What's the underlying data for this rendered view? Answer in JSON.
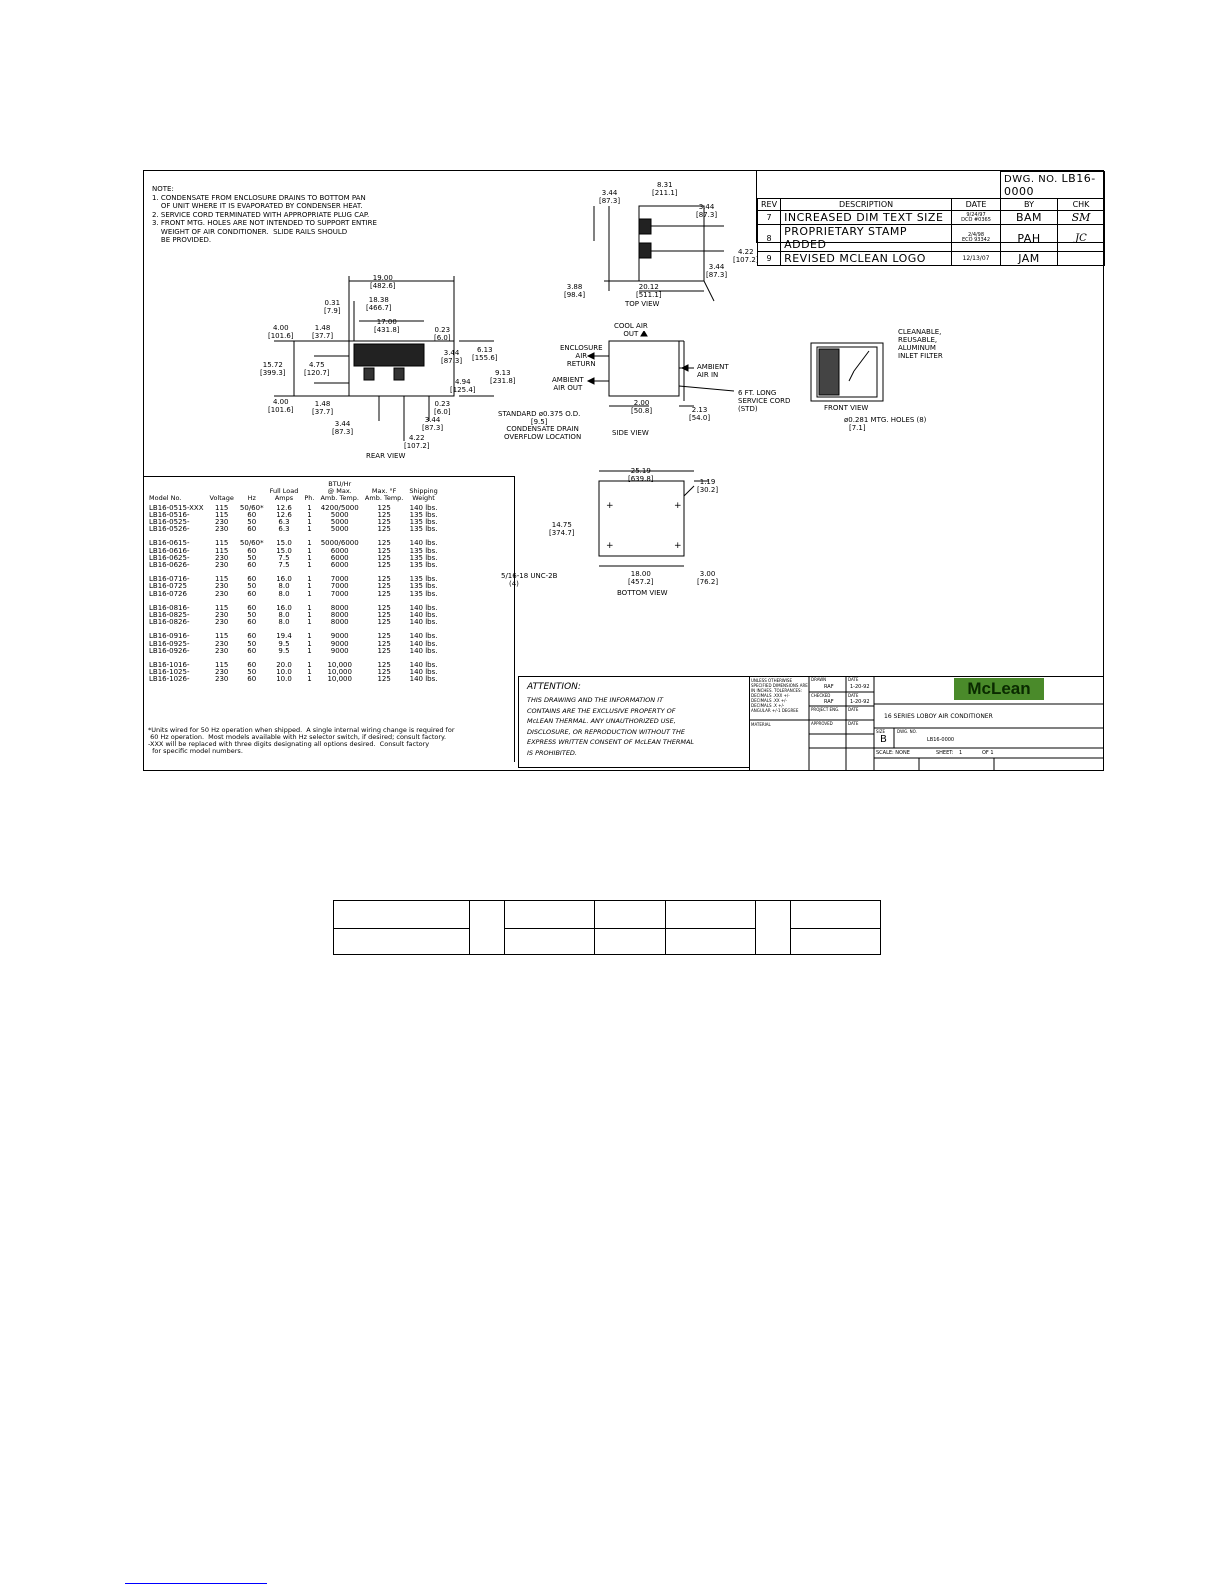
{
  "drawing": {
    "dwg_no_label": "DWG. NO.",
    "dwg_no": "LB16-0000",
    "revision_table": {
      "headers": [
        "REV",
        "DESCRIPTION",
        "DATE",
        "BY",
        "CHK"
      ],
      "rows": [
        {
          "rev": "7",
          "description": "INCREASED DIM TEXT SIZE",
          "date": "9/24/97",
          "date_sub": "DCO #0365",
          "by": "BAM",
          "chk": "SM"
        },
        {
          "rev": "8",
          "description": "PROPRIETARY STAMP ADDED",
          "date": "2/4/98",
          "date_sub": "ECO 93342",
          "by": "PAH",
          "chk": "JC"
        },
        {
          "rev": "9",
          "description": "REVISED MCLEAN LOGO",
          "date": "12/13/07",
          "date_sub": "",
          "by": "JAM",
          "chk": ""
        }
      ]
    },
    "notes": {
      "title": "NOTE:",
      "lines": [
        "1. CONDENSATE FROM ENCLOSURE DRAINS TO BOTTOM PAN",
        "    OF UNIT WHERE IT IS EVAPORATED BY CONDENSER HEAT.",
        "2. SERVICE CORD TERMINATED WITH APPROPRIATE PLUG CAP.",
        "3. FRONT MTG. HOLES ARE NOT INTENDED TO SUPPORT ENTIRE",
        "    WEIGHT OF AIR CONDITIONER.  SLIDE RAILS SHOULD",
        "    BE PROVIDED."
      ]
    },
    "views": {
      "top": "TOP VIEW",
      "rear": "REAR VIEW",
      "side": "SIDE VIEW",
      "front": "FRONT VIEW",
      "bottom": "BOTTOM VIEW"
    },
    "dims": {
      "d19": "19.00",
      "d19m": "[482.6]",
      "d1838": "18.38",
      "d1838m": "[466.7]",
      "d031": "0.31",
      "d031m": "[7.9]",
      "d17": "17.00",
      "d17m": "[431.8]",
      "d400a": "4.00",
      "d400am": "[101.6]",
      "d148a": "1.48",
      "d148am": "[37.7]",
      "d023a": "0.23",
      "d023am": "[6.0]",
      "d1572": "15.72",
      "d1572m": "[399.3]",
      "d475": "4.75",
      "d475m": "[120.7]",
      "d344r": "3.44",
      "d344rm": "[87.3]",
      "d613": "6.13",
      "d613m": "[155.6]",
      "d913": "9.13",
      "d913m": "[231.8]",
      "d494": "4.94",
      "d494m": "[125.4]",
      "d400b": "4.00",
      "d400bm": "[101.6]",
      "d148b": "1.48",
      "d148bm": "[37.7]",
      "d023b": "0.23",
      "d023bm": "[6.0]",
      "d344b": "3.44",
      "d344bm": "[87.3]",
      "d344c": "3.44",
      "d344cm": "[87.3]",
      "d422r": "4.22",
      "d422rm": "[107.2]",
      "t344": "3.44",
      "t344m": "[87.3]",
      "t831": "8.31",
      "t831m": "[211.1]",
      "t344b": "3.44",
      "t344bm": "[87.3]",
      "t422": "4.22",
      "t422m": "[107.2]",
      "t344c": "3.44",
      "t344cm": "[87.3]",
      "t388": "3.88",
      "t388m": "[98.4]",
      "t2012": "20.12",
      "t2012m": "[511.1]",
      "s200": "2.00",
      "s200m": "[50.8]",
      "s213": "2.13",
      "s213m": "[54.0]",
      "b2519": "25.19",
      "b2519m": "[639.8]",
      "b119": "1.19",
      "b119m": "[30.2]",
      "b1475": "14.75",
      "b1475m": "[374.7]",
      "b1800": "18.00",
      "b1800m": "[457.2]",
      "b300": "3.00",
      "b300m": "[76.2]"
    },
    "labels": {
      "cool_air_out": "COOL AIR\nOUT",
      "enclosure_air_return": "ENCLOSURE\nAIR\nRETURN",
      "ambient_air_out": "AMBIENT\nAIR OUT",
      "ambient_air_in": "AMBIENT\nAIR IN",
      "service_cord": "6 FT. LONG\nSERVICE CORD\n(STD)",
      "standard_drain": "STANDARD ø0.375 O.D.",
      "standard_drain_mm": "[9.5]",
      "condensate_drain": "CONDENSATE DRAIN\nOVERFLOW LOCATION",
      "filter": "CLEANABLE,\nREUSABLE,\nALUMINUM\nINLET FILTER",
      "mtg_holes": "ø0.281 MTG. HOLES (8)",
      "mtg_holes_mm": "[7.1]",
      "thread": "5/16-18 UNC-2B",
      "thread_qty": "(4)"
    },
    "model_table": {
      "headers": [
        "Model No.",
        "Voltage",
        "Hz",
        "Full Load\nAmps",
        "Ph.",
        "BTU/Hr\n@ Max.\nAmb. Temp.",
        "Max. °F\nAmb. Temp.",
        "Shipping\nWeight"
      ],
      "groups": [
        [
          [
            "LB16-0515-XXX",
            "115",
            "50/60*",
            "12.6",
            "1",
            "4200/5000",
            "125",
            "140 lbs."
          ],
          [
            "LB16-0516-",
            "115",
            "60",
            "12.6",
            "1",
            "5000",
            "125",
            "135 lbs."
          ],
          [
            "LB16-0525-",
            "230",
            "50",
            "6.3",
            "1",
            "5000",
            "125",
            "135 lbs."
          ],
          [
            "LB16-0526-",
            "230",
            "60",
            "6.3",
            "1",
            "5000",
            "125",
            "135 lbs."
          ]
        ],
        [
          [
            "LB16-0615-",
            "115",
            "50/60*",
            "15.0",
            "1",
            "5000/6000",
            "125",
            "140 lbs."
          ],
          [
            "LB16-0616-",
            "115",
            "60",
            "15.0",
            "1",
            "6000",
            "125",
            "135 lbs."
          ],
          [
            "LB16-0625-",
            "230",
            "50",
            "7.5",
            "1",
            "6000",
            "125",
            "135 lbs."
          ],
          [
            "LB16-0626-",
            "230",
            "60",
            "7.5",
            "1",
            "6000",
            "125",
            "135 lbs."
          ]
        ],
        [
          [
            "LB16-0716-",
            "115",
            "60",
            "16.0",
            "1",
            "7000",
            "125",
            "135 lbs."
          ],
          [
            "LB16-0725",
            "230",
            "50",
            "8.0",
            "1",
            "7000",
            "125",
            "135 lbs."
          ],
          [
            "LB16-0726",
            "230",
            "60",
            "8.0",
            "1",
            "7000",
            "125",
            "135 lbs."
          ]
        ],
        [
          [
            "LB16-0816-",
            "115",
            "60",
            "16.0",
            "1",
            "8000",
            "125",
            "140 lbs."
          ],
          [
            "LB16-0825-",
            "230",
            "50",
            "8.0",
            "1",
            "8000",
            "125",
            "140 lbs."
          ],
          [
            "LB16-0826-",
            "230",
            "60",
            "8.0",
            "1",
            "8000",
            "125",
            "140 lbs."
          ]
        ],
        [
          [
            "LB16-0916-",
            "115",
            "60",
            "19.4",
            "1",
            "9000",
            "125",
            "140 lbs."
          ],
          [
            "LB16-0925-",
            "230",
            "50",
            "9.5",
            "1",
            "9000",
            "125",
            "140 lbs."
          ],
          [
            "LB16-0926-",
            "230",
            "60",
            "9.5",
            "1",
            "9000",
            "125",
            "140 lbs."
          ]
        ],
        [
          [
            "LB16-1016-",
            "115",
            "60",
            "20.0",
            "1",
            "10,000",
            "125",
            "140 lbs."
          ],
          [
            "LB16-1025-",
            "230",
            "50",
            "10.0",
            "1",
            "10,000",
            "125",
            "140 lbs."
          ],
          [
            "LB16-1026-",
            "230",
            "60",
            "10.0",
            "1",
            "10,000",
            "125",
            "140 lbs."
          ]
        ]
      ],
      "footnotes": [
        "*Units wired for 50 Hz operation when shipped.  A single internal wiring change is required for",
        " 60 Hz operation.  Most models available with Hz selector switch, if desired; consult factory.",
        "-XXX will be replaced with three digits designating all options desired.  Consult factory",
        "  for specific model numbers."
      ]
    },
    "attention": {
      "title": "ATTENTION:",
      "lines": [
        "THIS DRAWING AND THE INFORMATION IT",
        "CONTAINS ARE THE EXCLUSIVE PROPERTY OF",
        "McLEAN THERMAL. ANY UNAUTHORIZED USE,",
        "DISCLOSURE, OR REPRODUCTION WITHOUT THE",
        "EXPRESS WRITTEN CONSENT OF McLEAN THERMAL",
        "IS PROHIBITED."
      ]
    },
    "title_block": {
      "tolerances": [
        "UNLESS OTHERWISE",
        "SPECIFIED DIMENSIONS ARE",
        "IN INCHES. TOLERANCES:",
        "DECIMALS .XXX +/-",
        "DECIMALS .XX  +/-",
        "DECIMALS .X   +/-",
        "ANGULAR +/-1 DEGREE"
      ],
      "material": "MATERIAL",
      "drawn": "DRAWN",
      "drawn_by": "RAF",
      "drawn_date": "1-20-92",
      "checked": "CHECKED",
      "checked_by": "RAF",
      "checked_date": "1-20-92",
      "project_eng": "PROJECT ENG.",
      "approved": "APPROVED",
      "date_label": "DATE",
      "logo": "McLean",
      "title": "16 SERIES LOBOY AIR CONDITIONER",
      "size_label": "SIZE",
      "size": "B",
      "dwg_label": "DWG. NO.",
      "dwg": "LB16-0000",
      "scale": "SCALE: NONE",
      "sheet": "SHEET:",
      "sheet_no": "1",
      "of": "OF 1"
    }
  }
}
